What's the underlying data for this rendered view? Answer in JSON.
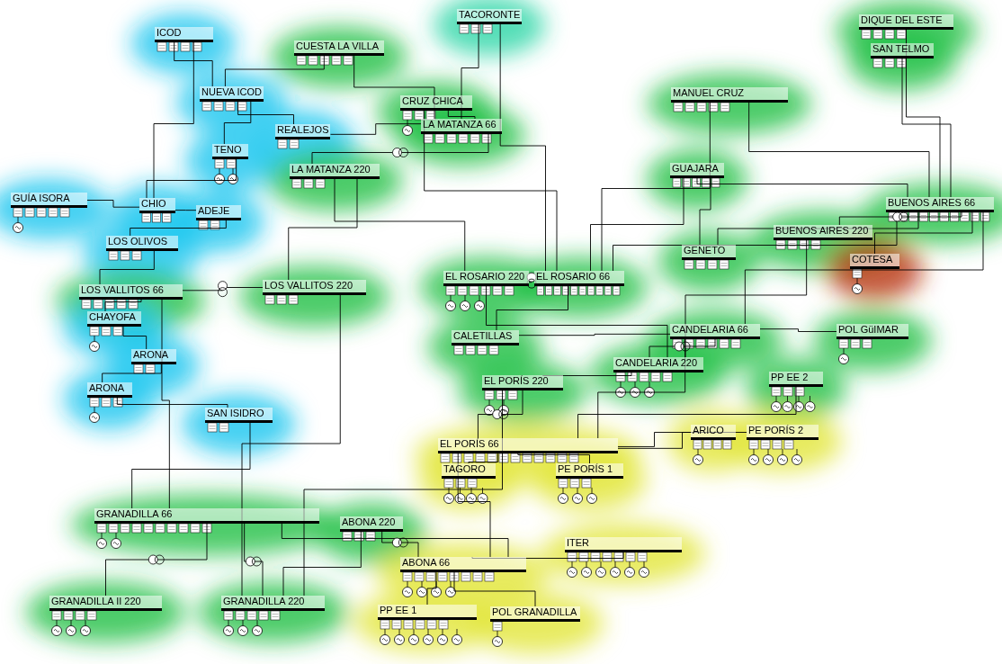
{
  "diagram": {
    "nodes": [
      {
        "text": [
          "ICOD"
        ]
      },
      {
        "text": [
          "CUESTA LA VILLA"
        ]
      },
      {
        "text": [
          "TACORONTE"
        ]
      },
      {
        "text": [
          "CRUZ CHICA"
        ]
      },
      {
        "text": [
          "MANUEL CRUZ"
        ]
      },
      {
        "text": [
          "DIQUE DEL ESTE"
        ]
      },
      {
        "text": [
          "SAN TELMO"
        ]
      },
      {
        "text": [
          "NUEVA ICOD"
        ]
      },
      {
        "text": [
          "REALEJOS"
        ]
      },
      {
        "text": [
          "LA MATANZA 66"
        ]
      },
      {
        "text": [
          "LA MATANZA 220"
        ]
      },
      {
        "text": [
          "TENO"
        ]
      },
      {
        "text": [
          "GUÍA ISORA"
        ]
      },
      {
        "text": [
          "CHIO"
        ]
      },
      {
        "text": [
          "ADEJE"
        ]
      },
      {
        "text": [
          "LOS OLIVOS"
        ]
      },
      {
        "text": [
          "LOS VALLITOS 66"
        ]
      },
      {
        "text": [
          "LOS VALLITOS 220"
        ]
      },
      {
        "text": [
          "CHAYOFA"
        ]
      },
      {
        "text": [
          "ARONA"
        ]
      },
      {
        "text": [
          "ARONA"
        ]
      },
      {
        "text": [
          "SAN ISIDRO"
        ]
      },
      {
        "text": [
          "GUAJARA"
        ]
      },
      {
        "text": [
          "GENETO"
        ]
      },
      {
        "text": [
          "EL ROSARIO 220"
        ]
      },
      {
        "text": [
          "EL ROSARIO 66"
        ]
      },
      {
        "text": [
          "BUENOS AIRES 220"
        ]
      },
      {
        "text": [
          "BUENOS AIRES 66"
        ]
      },
      {
        "text": [
          "COTESA"
        ]
      },
      {
        "text": [
          "CALETILLAS"
        ]
      },
      {
        "text": [
          "CANDELARIA 220"
        ]
      },
      {
        "text": [
          "CANDELARIA 66"
        ]
      },
      {
        "text": [
          "POL GüIMAR"
        ]
      },
      {
        "text": [
          "PP EE 2"
        ]
      },
      {
        "text": [
          "EL PORÍS 220"
        ]
      },
      {
        "text": [
          "EL PORÍS 66"
        ]
      },
      {
        "text": [
          "ARICO"
        ]
      },
      {
        "text": [
          "PE PORÍS 2"
        ]
      },
      {
        "text": [
          "TAGORO"
        ]
      },
      {
        "text": [
          "PE PORÍS 1"
        ]
      },
      {
        "text": [
          "ABONA 220"
        ]
      },
      {
        "text": [
          "ABONA 66"
        ]
      },
      {
        "text": [
          "ITER"
        ]
      },
      {
        "text": [
          "GRANADILLA 66"
        ]
      },
      {
        "text": [
          "GRANADILLA II 220"
        ]
      },
      {
        "text": [
          "GRANADILLA 220"
        ]
      },
      {
        "text": [
          "PP EE 1"
        ]
      },
      {
        "text": [
          "POL GRANADILLA"
        ]
      }
    ],
    "edges": [
      {
        "from": 0,
        "to": 7,
        "arrow": "none"
      },
      {
        "from": 7,
        "to": 1,
        "arrow": "none"
      },
      {
        "from": 1,
        "to": 9,
        "arrow": "none"
      },
      {
        "from": 7,
        "to": 8,
        "arrow": "none"
      },
      {
        "from": 8,
        "to": 9,
        "arrow": "none"
      },
      {
        "from": 2,
        "to": 9,
        "arrow": "none"
      },
      {
        "from": 2,
        "to": 25,
        "arrow": "none"
      },
      {
        "from": 3,
        "to": 25,
        "arrow": "none"
      },
      {
        "from": 3,
        "to": 9,
        "arrow": "none"
      },
      {
        "from": 9,
        "to": 10,
        "arrow": "none"
      },
      {
        "from": 10,
        "to": 24,
        "arrow": "none"
      },
      {
        "from": 10,
        "to": 17,
        "arrow": "none"
      },
      {
        "from": 7,
        "to": 11,
        "arrow": "none"
      },
      {
        "from": 11,
        "to": 13,
        "arrow": "none"
      },
      {
        "from": 0,
        "to": 13,
        "arrow": "none"
      },
      {
        "from": 12,
        "to": 13,
        "arrow": "none"
      },
      {
        "from": 13,
        "to": 14,
        "arrow": "none"
      },
      {
        "from": 14,
        "to": 15,
        "arrow": "none"
      },
      {
        "from": 15,
        "to": 16,
        "arrow": "none"
      },
      {
        "from": 16,
        "to": 17,
        "arrow": "none"
      },
      {
        "from": 16,
        "to": 18,
        "arrow": "none"
      },
      {
        "from": 18,
        "to": 19,
        "arrow": "none"
      },
      {
        "from": 19,
        "to": 20,
        "arrow": "none"
      },
      {
        "from": 20,
        "to": 21,
        "arrow": "none"
      },
      {
        "from": 21,
        "to": 43,
        "arrow": "none"
      },
      {
        "from": 16,
        "to": 43,
        "arrow": "none"
      },
      {
        "from": 17,
        "to": 45,
        "arrow": "none"
      },
      {
        "from": 43,
        "to": 44,
        "arrow": "none"
      },
      {
        "from": 43,
        "to": 45,
        "arrow": "none"
      },
      {
        "from": 45,
        "to": 40,
        "arrow": "none"
      },
      {
        "from": 45,
        "to": 34,
        "arrow": "none"
      },
      {
        "from": 40,
        "to": 41,
        "arrow": "none"
      },
      {
        "from": 41,
        "to": 46,
        "arrow": "none"
      },
      {
        "from": 41,
        "to": 47,
        "arrow": "none"
      },
      {
        "from": 41,
        "to": 42,
        "arrow": "none"
      },
      {
        "from": 41,
        "to": 35,
        "arrow": "none"
      },
      {
        "from": 43,
        "to": 41,
        "arrow": "none"
      },
      {
        "from": 34,
        "to": 35,
        "arrow": "none"
      },
      {
        "from": 34,
        "to": 30,
        "arrow": "none"
      },
      {
        "from": 35,
        "to": 38,
        "arrow": "none"
      },
      {
        "from": 35,
        "to": 39,
        "arrow": "none"
      },
      {
        "from": 35,
        "to": 36,
        "arrow": "none"
      },
      {
        "from": 35,
        "to": 37,
        "arrow": "none"
      },
      {
        "from": 35,
        "to": 33,
        "arrow": "none"
      },
      {
        "from": 35,
        "to": 31,
        "arrow": "none"
      },
      {
        "from": 31,
        "to": 32,
        "arrow": "none"
      },
      {
        "from": 30,
        "to": 31,
        "arrow": "none"
      },
      {
        "from": 31,
        "to": 29,
        "arrow": "none"
      },
      {
        "from": 29,
        "to": 25,
        "arrow": "none"
      },
      {
        "from": 30,
        "to": 24,
        "arrow": "none"
      },
      {
        "from": 30,
        "to": 26,
        "arrow": "none"
      },
      {
        "from": 24,
        "to": 25,
        "arrow": "none"
      },
      {
        "from": 25,
        "to": 22,
        "arrow": "none"
      },
      {
        "from": 25,
        "to": 4,
        "arrow": "none"
      },
      {
        "from": 25,
        "to": 27,
        "arrow": "none"
      },
      {
        "from": 22,
        "to": 27,
        "arrow": "none"
      },
      {
        "from": 22,
        "to": 23,
        "arrow": "none"
      },
      {
        "from": 23,
        "to": 27,
        "arrow": "none"
      },
      {
        "from": 4,
        "to": 27,
        "arrow": "none"
      },
      {
        "from": 5,
        "to": 27,
        "arrow": "none"
      },
      {
        "from": 6,
        "to": 27,
        "arrow": "none"
      },
      {
        "from": 26,
        "to": 27,
        "arrow": "none"
      },
      {
        "from": 28,
        "to": 27,
        "arrow": "none"
      },
      {
        "from": 31,
        "to": 27,
        "arrow": "none"
      }
    ]
  }
}
